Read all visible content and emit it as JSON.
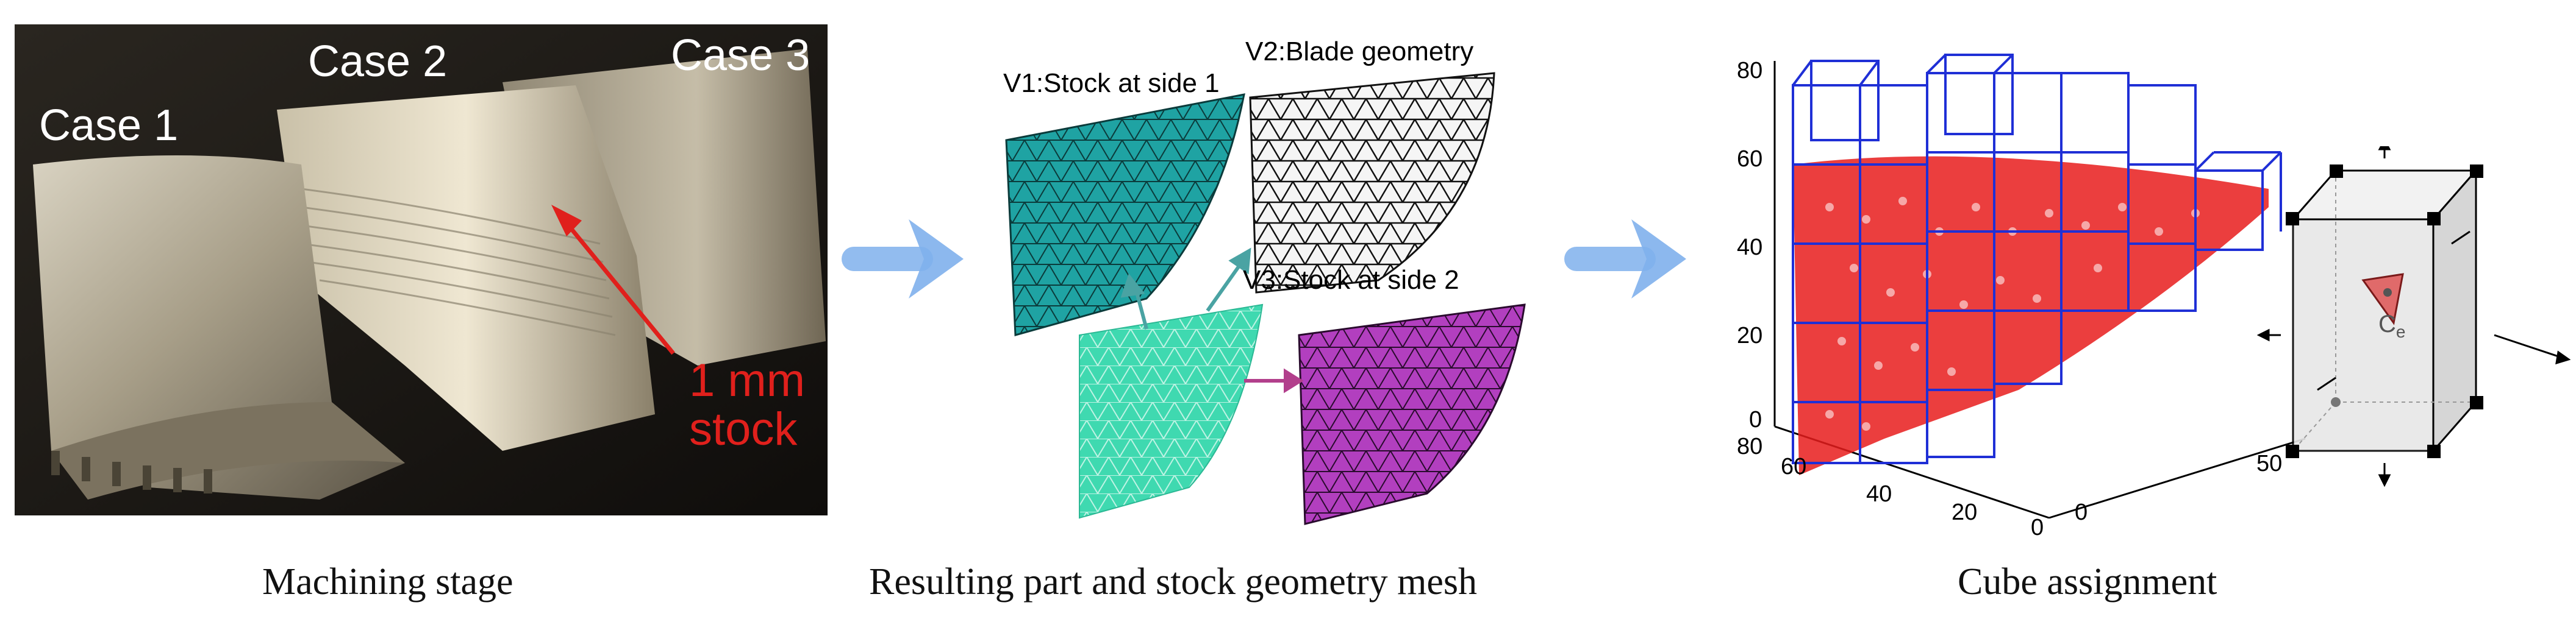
{
  "panels": {
    "machining": {
      "labels": [
        "Case 1",
        "Case 2",
        "Case 3"
      ],
      "stock_label_line1": "1 mm",
      "stock_label_line2": "stock",
      "caption": "Machining stage"
    },
    "mesh": {
      "v1": "V1:Stock at side 1",
      "v2": "V2:Blade geometry",
      "v3": "V3:Stock at side 2",
      "caption": "Resulting part and stock geometry mesh"
    },
    "cube": {
      "y_ticks": [
        "80",
        "60",
        "40",
        "20",
        "0"
      ],
      "x_ticks": [
        "80",
        "60",
        "40",
        "20",
        "0"
      ],
      "z_ticks": [
        "0",
        "50"
      ],
      "cell_label": "C",
      "cell_label_sub": "e",
      "caption": "Cube assignment"
    }
  },
  "colors": {
    "arrow": "#7fb0ec",
    "teal_mesh": "#1fa3a3",
    "magenta_mesh": "#b23fbf",
    "part_mesh": "#3fd9b0",
    "cube_lines": "#1f2fd6",
    "points": "#e81c1c",
    "stock_arrow": "#e0201c"
  }
}
